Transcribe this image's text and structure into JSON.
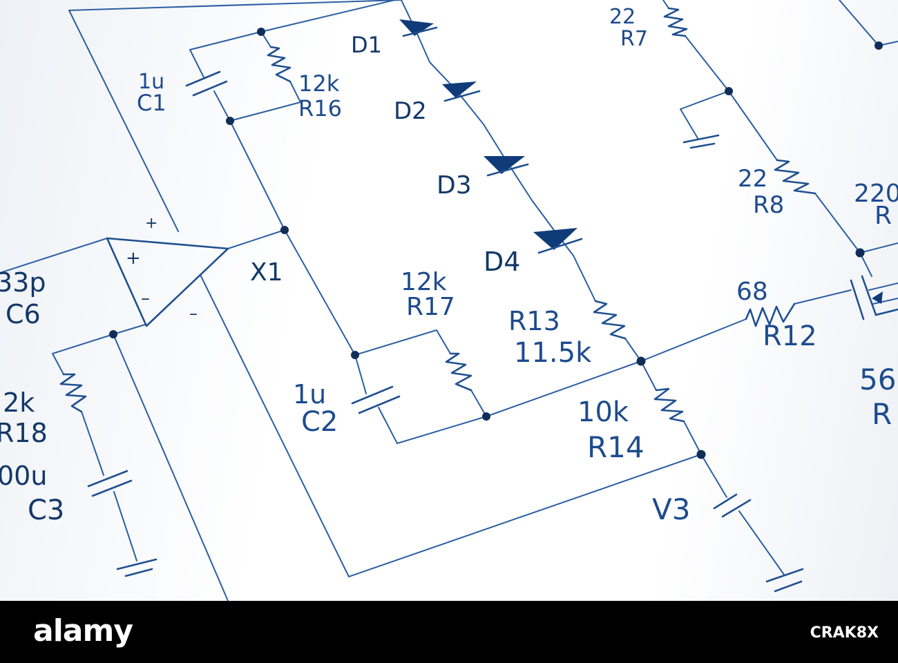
{
  "colors": {
    "wire": "#2a5ea3",
    "ink": "#1d4b8e",
    "node": "#0f2d57",
    "footer_bg": "#000000",
    "footer_text": "#ffffff"
  },
  "labels": {
    "c1_value": "1u",
    "c1_ref": "C1",
    "r16_value": "12k",
    "r16_ref": "R16",
    "d1": "D1",
    "d2": "D2",
    "d3": "D3",
    "d4": "D4",
    "x1": "X1",
    "c6_value": "33p",
    "c6_ref": "C6",
    "r18_value": ".2k",
    "r18_ref": "R18",
    "c3_value": "00u",
    "c3_ref": "C3",
    "r17_value": "12k",
    "r17_ref": "R17",
    "c2_value": "1u",
    "c2_ref": "C2",
    "r13_ref": "R13",
    "r13_value": "11.5k",
    "r14_value": "10k",
    "r14_ref": "R14",
    "v3": "V3",
    "r7_value": "22",
    "r7_ref": "R7",
    "r8_value": "22",
    "r8_ref": "R8",
    "r12_value": "68",
    "r12_ref": "R12",
    "partial_220": "220",
    "partial_r": "R",
    "partial_56": "56",
    "partial_r2": "R",
    "opamp_plus": "+",
    "opamp_minus": "–",
    "supply_plus": "+",
    "supply_minus": "–"
  },
  "footer": {
    "brand": "alamy",
    "image_code": "CRAK8X"
  }
}
